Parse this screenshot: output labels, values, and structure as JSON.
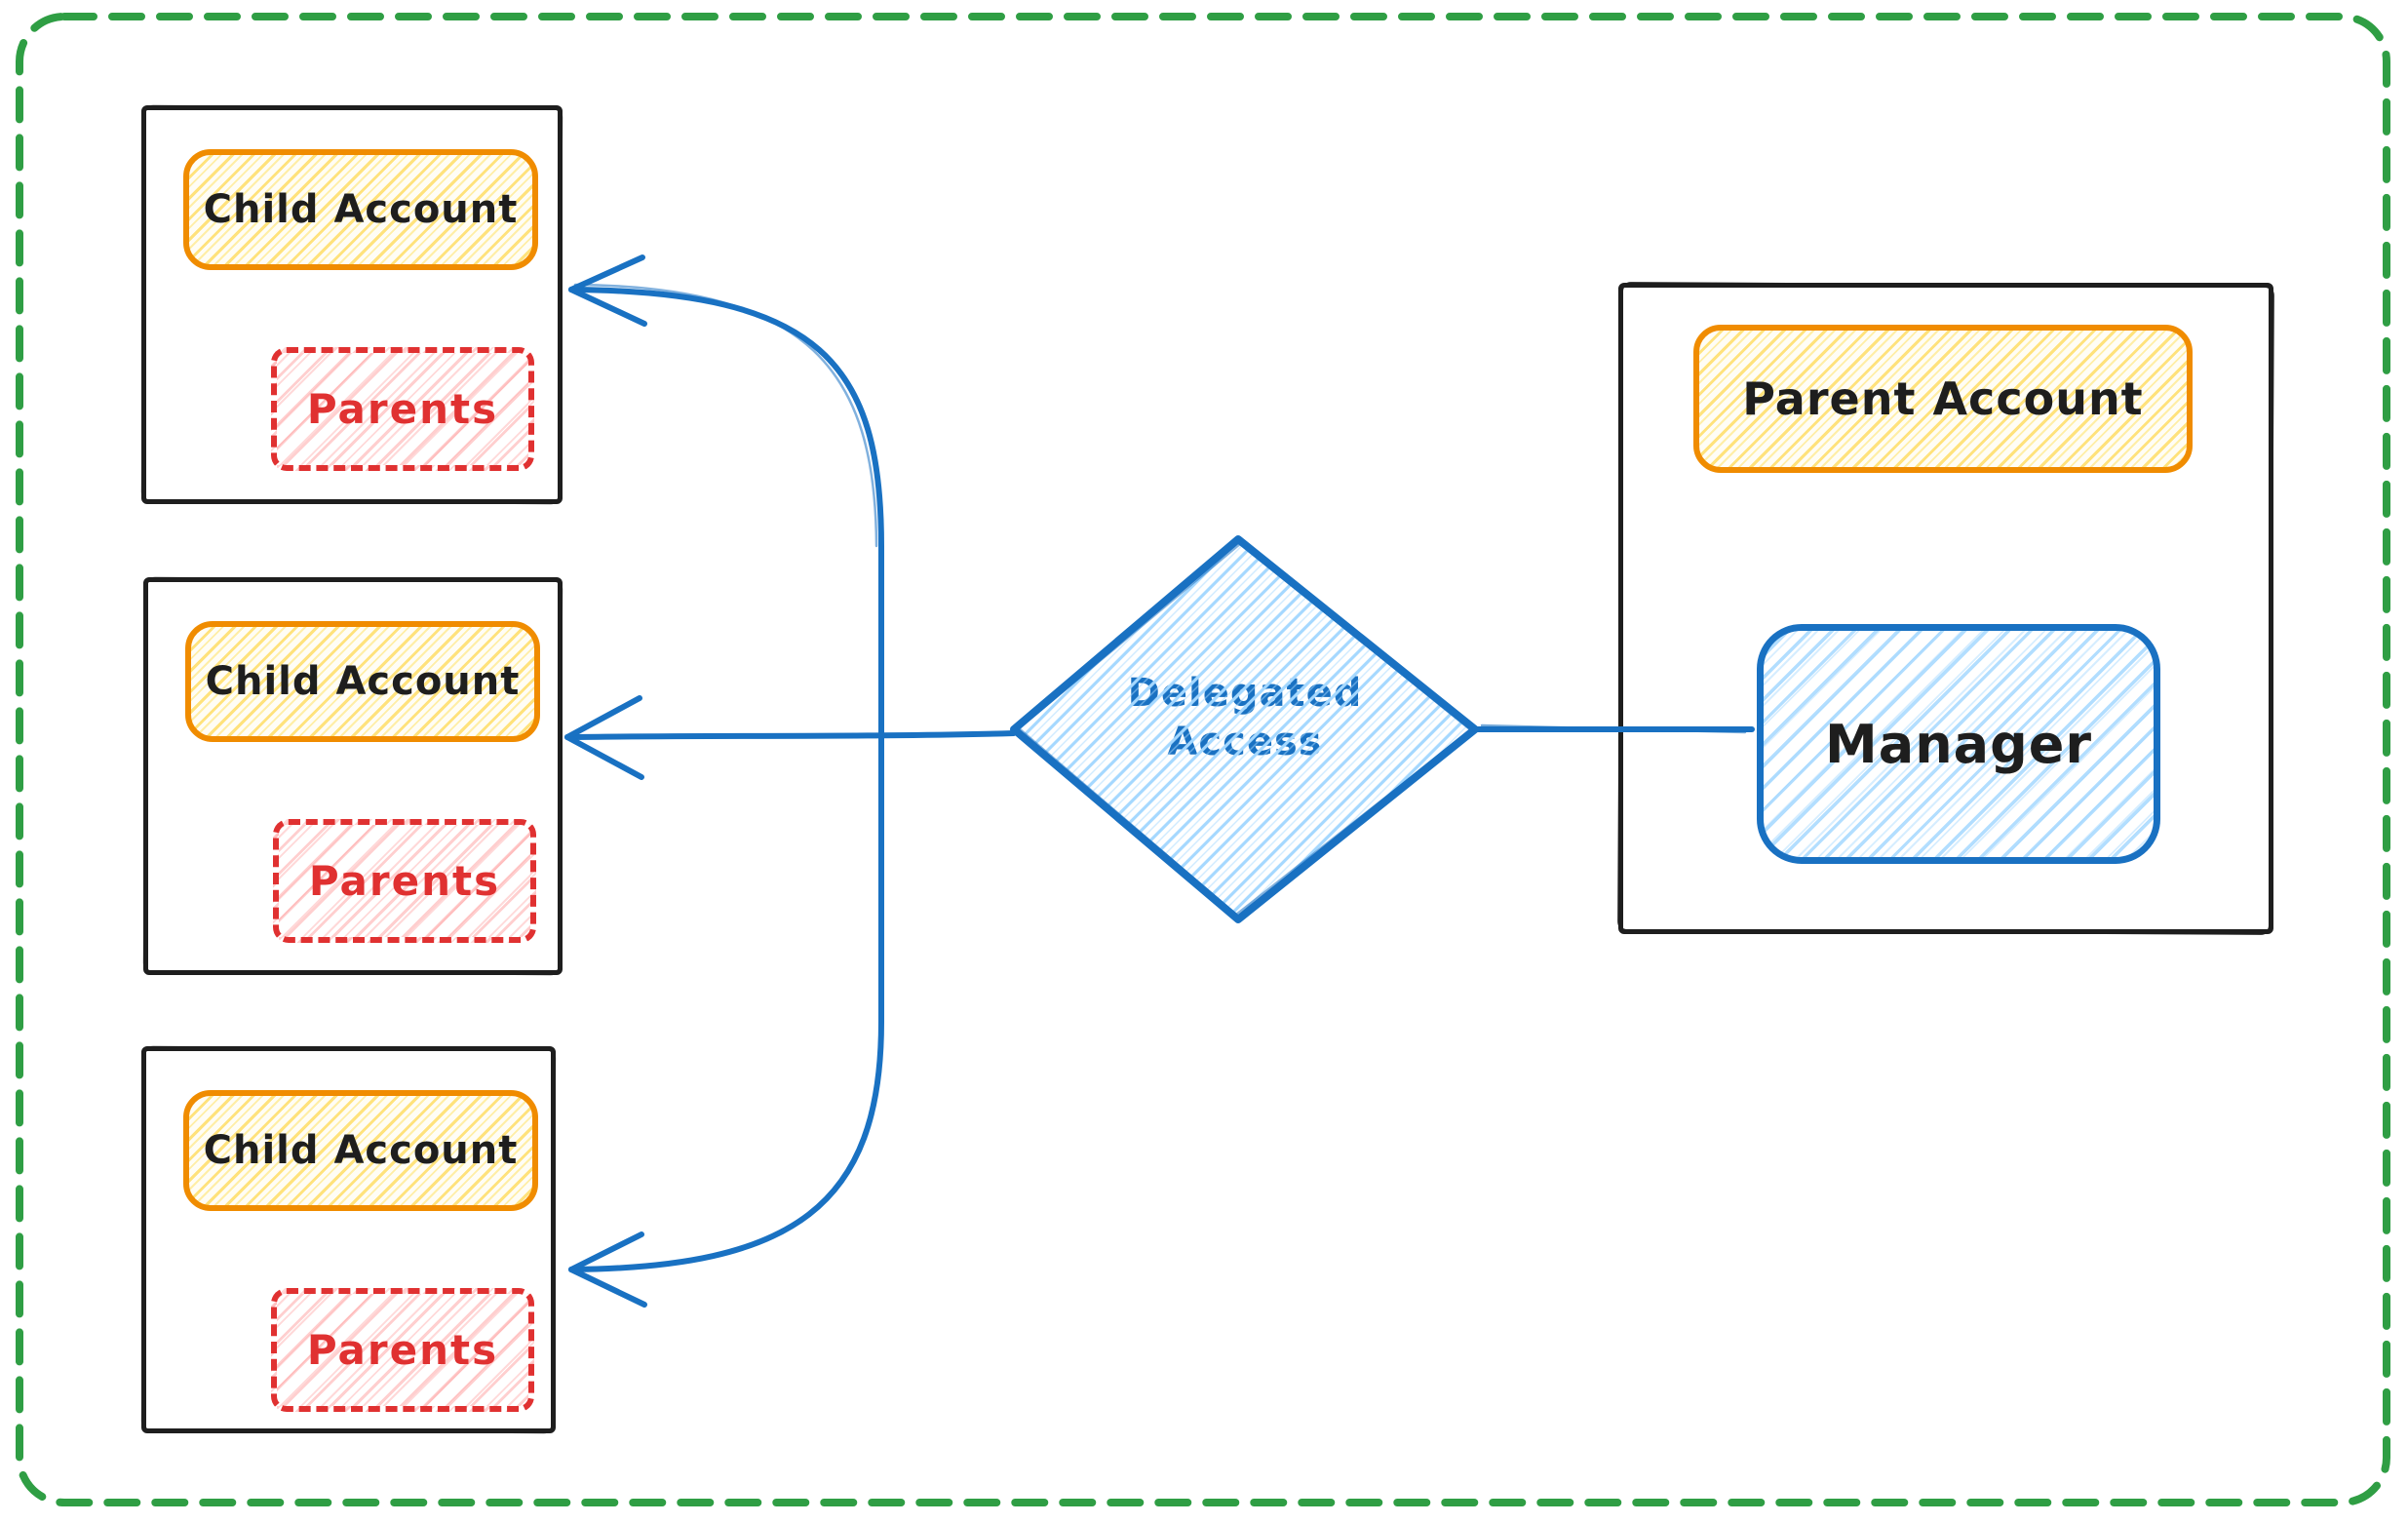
{
  "canvas": {
    "background": "#ffffff",
    "border_color": "#2f9e44",
    "border_style": "dashed-rounded"
  },
  "colors": {
    "sketch_black": "#1e1e1e",
    "blue_stroke": "#1971c2",
    "blue_fill": "#a5d8ff",
    "orange_stroke": "#f08c00",
    "yellow_fill": "#ffd43b",
    "red_stroke": "#e03131",
    "red_fill": "#ffc9c9",
    "green_border": "#2f9e44"
  },
  "child_accounts": [
    {
      "title": "Child Account",
      "members": "Parents"
    },
    {
      "title": "Child Account",
      "members": "Parents"
    },
    {
      "title": "Child Account",
      "members": "Parents"
    }
  ],
  "decision": {
    "line1": "Delegated",
    "line2": "Access"
  },
  "parent": {
    "title": "Parent Account",
    "role": "Manager"
  }
}
